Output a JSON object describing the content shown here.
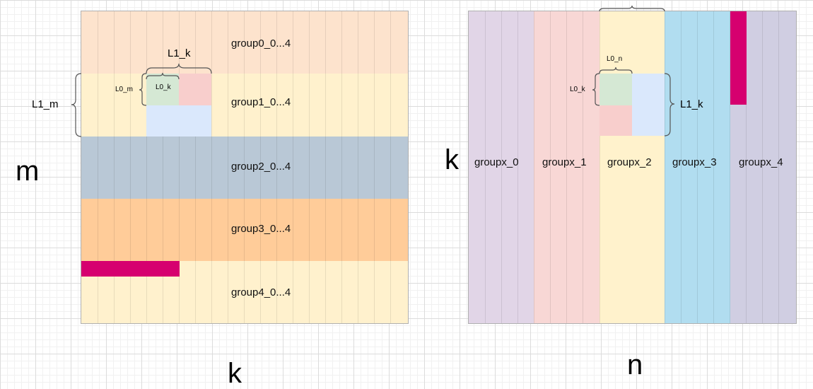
{
  "left_matrix": {
    "row_axis": "m",
    "col_axis": "k",
    "groups": [
      "group0_0...4",
      "group1_0...4",
      "group2_0...4",
      "group3_0...4",
      "group4_0...4"
    ],
    "colors": [
      "#fde3cd",
      "#fff1cd",
      "#b9c8d6",
      "#ffcc99",
      "#fff1cd"
    ],
    "highlight_color": "#d6006f",
    "labels": {
      "L1_k": "L1_k",
      "L1_m": "L1_m",
      "L0_m": "L0_m",
      "L0_k": "L0_k"
    },
    "tile_colors": [
      "#d5e8d4",
      "#f8cecc",
      "#dae8fc"
    ]
  },
  "right_matrix": {
    "row_axis": "k",
    "col_axis": "n",
    "groups": [
      "groupx_0",
      "groupx_1",
      "groupx_2",
      "groupx_3",
      "groupx_4"
    ],
    "colors": [
      "#e1d5e7",
      "#f8d7d5",
      "#fff2cc",
      "#b1ddf0",
      "#d0cee2"
    ],
    "highlight_color": "#d6006f",
    "labels": {
      "L0_n": "L0_n",
      "L0_k": "L0_k",
      "L1_k": "L1_k"
    },
    "tile_colors": [
      "#d5e8d4",
      "#dae8fc",
      "#f8cecc"
    ]
  }
}
